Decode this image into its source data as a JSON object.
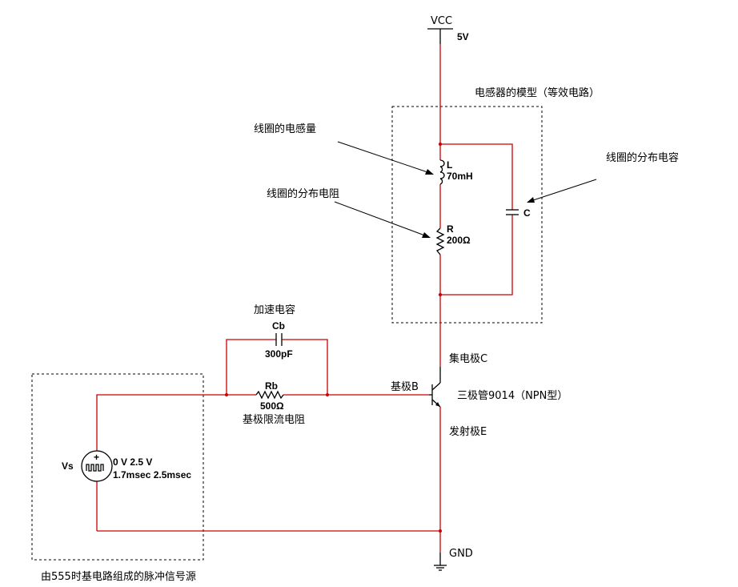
{
  "supply": {
    "name": "VCC",
    "value": "5V"
  },
  "ground": {
    "label": "GND"
  },
  "inductor_model": {
    "title": "电感器的模型（等效电路）",
    "inductor_name": "L",
    "inductor_value": "70mH",
    "resistor_name": "R",
    "resistor_value": "200Ω",
    "capacitor_name": "C",
    "ann_inductance": "线圈的电感量",
    "ann_resistance": "线圈的分布电阻",
    "ann_capacitance": "线圈的分布电容"
  },
  "speedup_cap": {
    "title": "加速电容",
    "name": "Cb",
    "value": "300pF"
  },
  "base_resistor": {
    "name": "Rb",
    "value": "500Ω",
    "desc": "基极限流电阻"
  },
  "transistor": {
    "collector": "集电极C",
    "base": "基极B",
    "emitter": "发射极E",
    "desc": "三极管9014（NPN型）"
  },
  "source": {
    "name": "Vs",
    "params_line1": "0 V 2.5 V",
    "params_line2": "1.7msec 2.5msec",
    "caption": "由555时基电路组成的脉冲信号源",
    "plus": "+"
  }
}
